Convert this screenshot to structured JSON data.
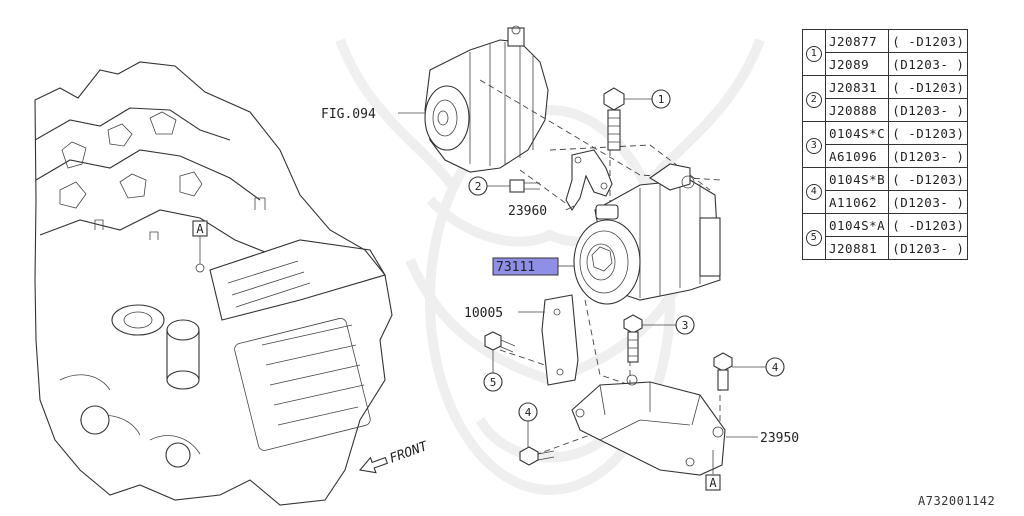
{
  "diagram": {
    "callouts": {
      "fig": "FIG.094",
      "bracket_23960": "23960",
      "compressor": "73111",
      "part_10005": "10005",
      "bracket_23950": "23950",
      "ref_a_top": "A",
      "ref_a_bottom": "A",
      "front": "FRONT",
      "num1": "1",
      "num2": "2",
      "num3": "3",
      "num4a": "4",
      "num4b": "4",
      "num5": "5"
    },
    "highlight_color": "#8f8fe6",
    "reference_code": "A732001142"
  },
  "parts_table": [
    {
      "index": "1",
      "rows": [
        {
          "part": "J20877",
          "range": "( -D1203)"
        },
        {
          "part": "J2089",
          "range": "(D1203- )"
        }
      ]
    },
    {
      "index": "2",
      "rows": [
        {
          "part": "J20831",
          "range": "( -D1203)"
        },
        {
          "part": "J20888",
          "range": "(D1203- )"
        }
      ]
    },
    {
      "index": "3",
      "rows": [
        {
          "part": "0104S*C",
          "range": "( -D1203)"
        },
        {
          "part": "A61096",
          "range": "(D1203- )"
        }
      ]
    },
    {
      "index": "4",
      "rows": [
        {
          "part": "0104S*B",
          "range": "( -D1203)"
        },
        {
          "part": "A11062",
          "range": "(D1203- )"
        }
      ]
    },
    {
      "index": "5",
      "rows": [
        {
          "part": "0104S*A",
          "range": "( -D1203)"
        },
        {
          "part": "J20881",
          "range": "(D1203- )"
        }
      ]
    }
  ]
}
